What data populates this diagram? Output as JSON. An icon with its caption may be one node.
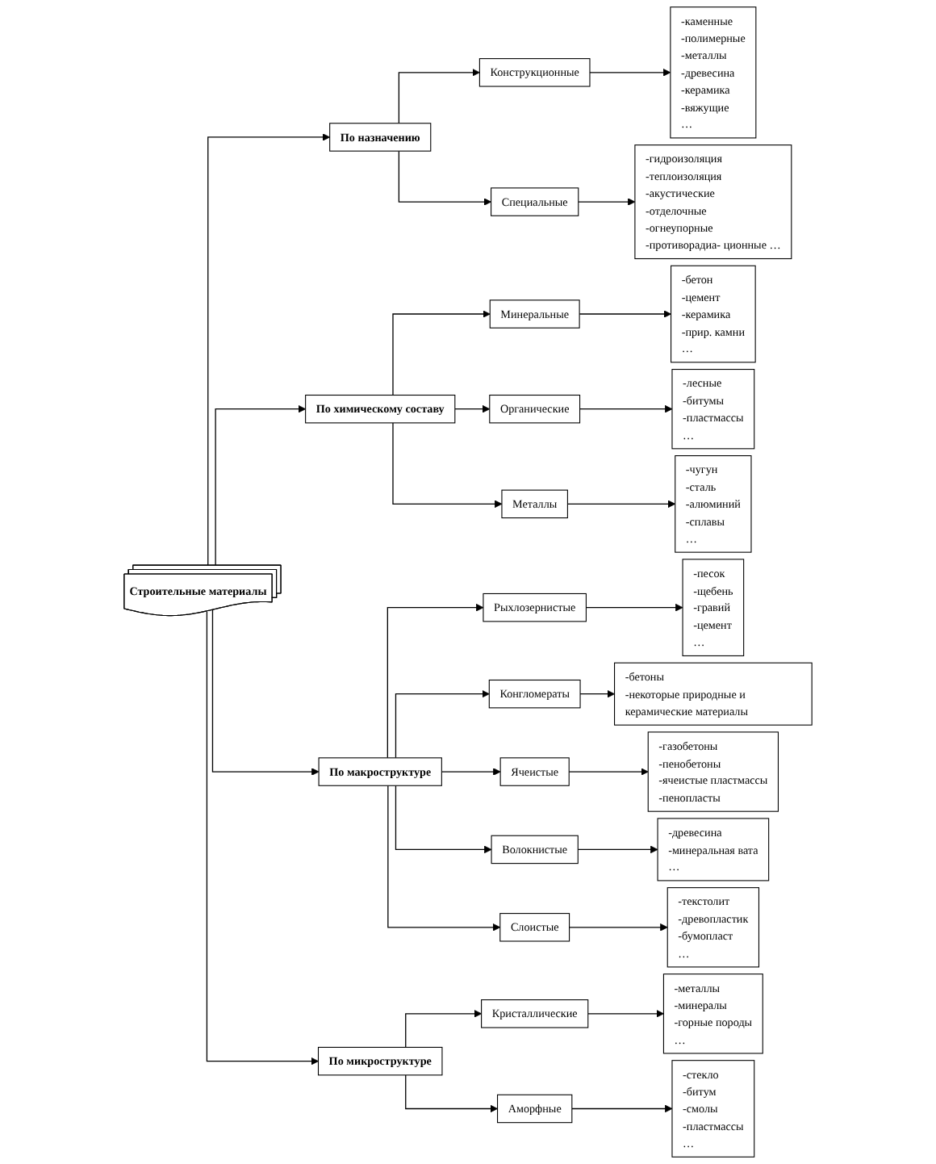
{
  "diagram": {
    "nodes": [
      {
        "text": [
          "Строительные материалы"
        ]
      },
      {
        "text": [
          "По назначению"
        ]
      },
      {
        "text": [
          "Конструкционные"
        ]
      },
      {
        "text": [
          "-каменные",
          "-полимерные",
          "-металлы",
          "-древесина",
          "-керамика",
          "-вяжущие",
          "…"
        ]
      },
      {
        "text": [
          "Специальные"
        ]
      },
      {
        "text": [
          "-гидроизоляция",
          "-теплоизоляция",
          "-акустические",
          "-отделочные",
          "-огнеупорные",
          "-противорадиа- ционные …"
        ]
      },
      {
        "text": [
          "По химическому составу"
        ]
      },
      {
        "text": [
          "Минеральные"
        ]
      },
      {
        "text": [
          "-бетон",
          "-цемент",
          "-керамика",
          "-прир. камни",
          "…"
        ]
      },
      {
        "text": [
          "Органические"
        ]
      },
      {
        "text": [
          "-лесные",
          "-битумы",
          "-пластмассы",
          "…"
        ]
      },
      {
        "text": [
          "Металлы"
        ]
      },
      {
        "text": [
          "-чугун",
          "-сталь",
          "-алюминий",
          "-сплавы",
          "…"
        ]
      },
      {
        "text": [
          "По макроструктуре"
        ]
      },
      {
        "text": [
          "Рыхлозернистые"
        ]
      },
      {
        "text": [
          "-песок",
          "-щебень",
          "-гравий",
          "-цемент",
          "…"
        ]
      },
      {
        "text": [
          "Конгломераты"
        ]
      },
      {
        "text": [
          "-бетоны",
          "-некоторые природные и керамические материалы"
        ]
      },
      {
        "text": [
          "Ячеистые"
        ]
      },
      {
        "text": [
          "-газобетоны",
          "-пенобетоны",
          "-ячеистые пластмассы",
          "-пенопласты"
        ]
      },
      {
        "text": [
          "Волокнистые"
        ]
      },
      {
        "text": [
          "-древесина",
          "-минеральная вата",
          "…"
        ]
      },
      {
        "text": [
          "Слоистые"
        ]
      },
      {
        "text": [
          "-текстолит",
          "-древопластик",
          "-бумопласт",
          "…"
        ]
      },
      {
        "text": [
          "По микроструктуре"
        ]
      },
      {
        "text": [
          "Кристаллические"
        ]
      },
      {
        "text": [
          "-металлы",
          "-минералы",
          "-горные породы",
          "…"
        ]
      },
      {
        "text": [
          "Аморфные"
        ]
      },
      {
        "text": [
          "-стекло",
          "-битум",
          "-смолы",
          "-пластмассы",
          "…"
        ]
      }
    ],
    "edges": [
      {
        "from": 0,
        "to": 1,
        "arrow": "to"
      },
      {
        "from": 0,
        "to": 6,
        "arrow": "to"
      },
      {
        "from": 0,
        "to": 13,
        "arrow": "to"
      },
      {
        "from": 0,
        "to": 24,
        "arrow": "to"
      },
      {
        "from": 1,
        "to": 2,
        "arrow": "to"
      },
      {
        "from": 1,
        "to": 4,
        "arrow": "to"
      },
      {
        "from": 2,
        "to": 3,
        "arrow": "to"
      },
      {
        "from": 4,
        "to": 5,
        "arrow": "to"
      },
      {
        "from": 6,
        "to": 7,
        "arrow": "to"
      },
      {
        "from": 6,
        "to": 9,
        "arrow": "to"
      },
      {
        "from": 6,
        "to": 11,
        "arrow": "to"
      },
      {
        "from": 7,
        "to": 8,
        "arrow": "to"
      },
      {
        "from": 9,
        "to": 10,
        "arrow": "to"
      },
      {
        "from": 11,
        "to": 12,
        "arrow": "to"
      },
      {
        "from": 13,
        "to": 14,
        "arrow": "to"
      },
      {
        "from": 13,
        "to": 16,
        "arrow": "to"
      },
      {
        "from": 13,
        "to": 18,
        "arrow": "to"
      },
      {
        "from": 13,
        "to": 20,
        "arrow": "to"
      },
      {
        "from": 13,
        "to": 22,
        "arrow": "to"
      },
      {
        "from": 14,
        "to": 15,
        "arrow": "to"
      },
      {
        "from": 16,
        "to": 17,
        "arrow": "to"
      },
      {
        "from": 18,
        "to": 19,
        "arrow": "to"
      },
      {
        "from": 20,
        "to": 21,
        "arrow": "to"
      },
      {
        "from": 22,
        "to": 23,
        "arrow": "to"
      },
      {
        "from": 24,
        "to": 25,
        "arrow": "to"
      },
      {
        "from": 24,
        "to": 27,
        "arrow": "to"
      },
      {
        "from": 25,
        "to": 26,
        "arrow": "to"
      },
      {
        "from": 27,
        "to": 28,
        "arrow": "to"
      }
    ]
  }
}
